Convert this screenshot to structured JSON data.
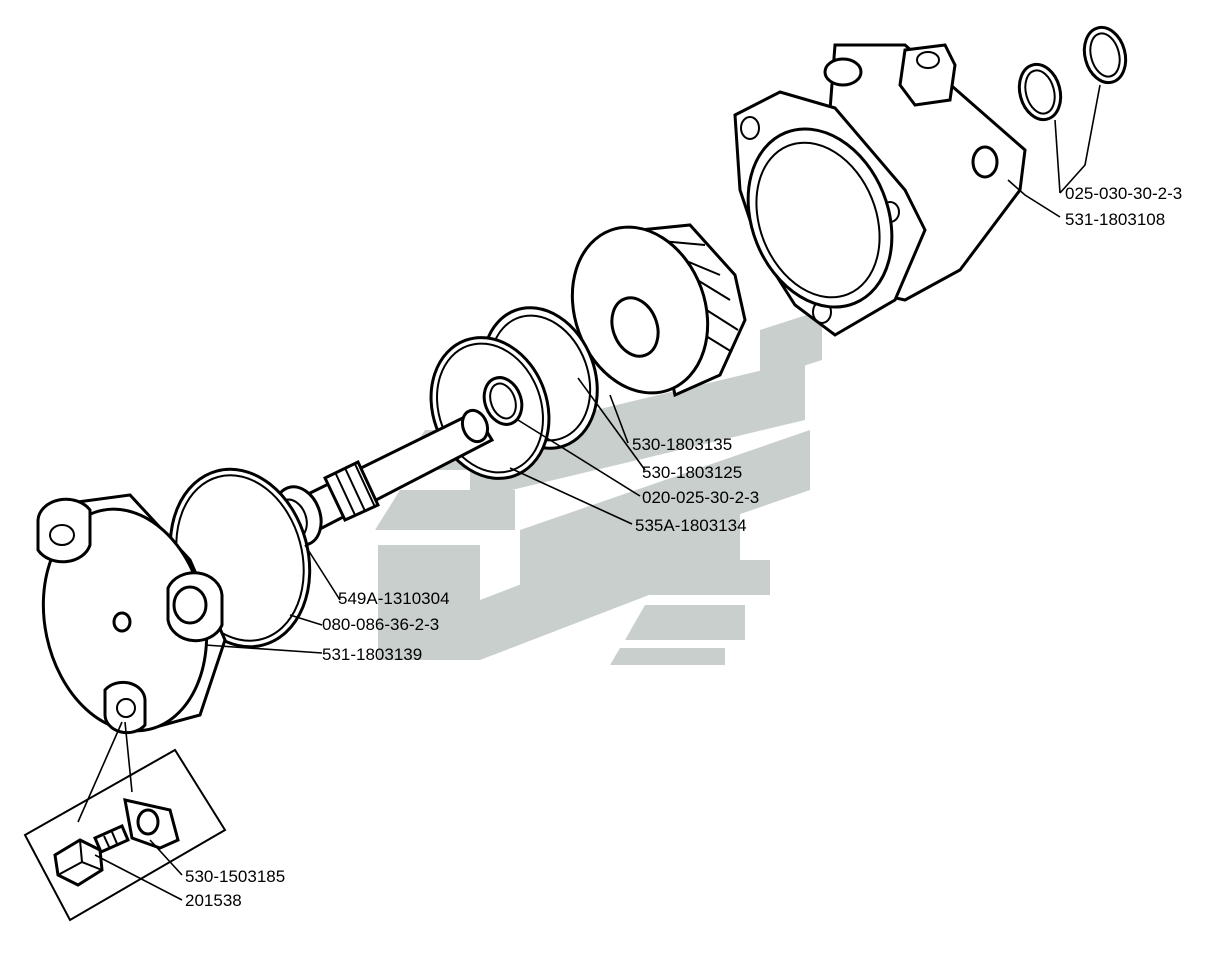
{
  "diagram": {
    "colors": {
      "ink": "#000000",
      "paper": "#ffffff",
      "watermark": "#c9cfcc"
    },
    "labels": {
      "o_rings_small": "025-030-30-2-3",
      "cylinder_body": "531-1803108",
      "piston": "530-1803135",
      "retaining_ring": "530-1803125",
      "o_ring_rod": "020-025-30-2-3",
      "seal_ring": "535А-1803134",
      "rod": "549А-1310304",
      "o_ring_cover": "080-086-36-2-3",
      "cover": "531-1803139",
      "lock_plate": "530-1503185",
      "bolt": "201538"
    }
  }
}
